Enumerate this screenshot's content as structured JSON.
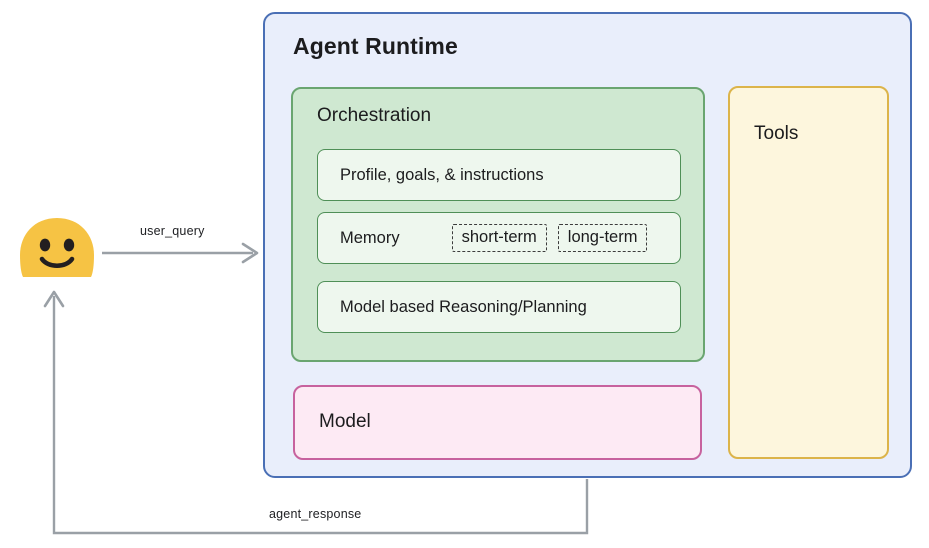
{
  "diagram": {
    "title": "Agent Runtime",
    "actor": {
      "icon": "smiley-face-emoji",
      "name": "user"
    },
    "flows": [
      {
        "id": "user_query",
        "label": "user_query",
        "direction": "user-to-agent"
      },
      {
        "id": "agent_response",
        "label": "agent_response",
        "direction": "agent-to-user"
      }
    ],
    "panels": {
      "orchestration": {
        "title": "Orchestration",
        "rows": [
          {
            "label": "Profile, goals, & instructions"
          },
          {
            "label": "Memory",
            "chips": [
              "short-term",
              "long-term"
            ]
          },
          {
            "label": "Model based Reasoning/Planning"
          }
        ]
      },
      "model": {
        "title": "Model"
      },
      "tools": {
        "title": "Tools"
      }
    },
    "colors": {
      "runtime_border": "#4a6fb5",
      "runtime_fill": "#e9eefb",
      "orchestration_border": "#6aa570",
      "orchestration_fill": "#cfe8d1",
      "orchestration_row_fill": "#eef7ee",
      "model_border": "#c7629e",
      "model_fill": "#fdeaf4",
      "tools_border": "#dcb44a",
      "tools_fill": "#fdf6dd",
      "avatar_fill": "#f6c344",
      "arrow": "#9aa0a6"
    }
  }
}
